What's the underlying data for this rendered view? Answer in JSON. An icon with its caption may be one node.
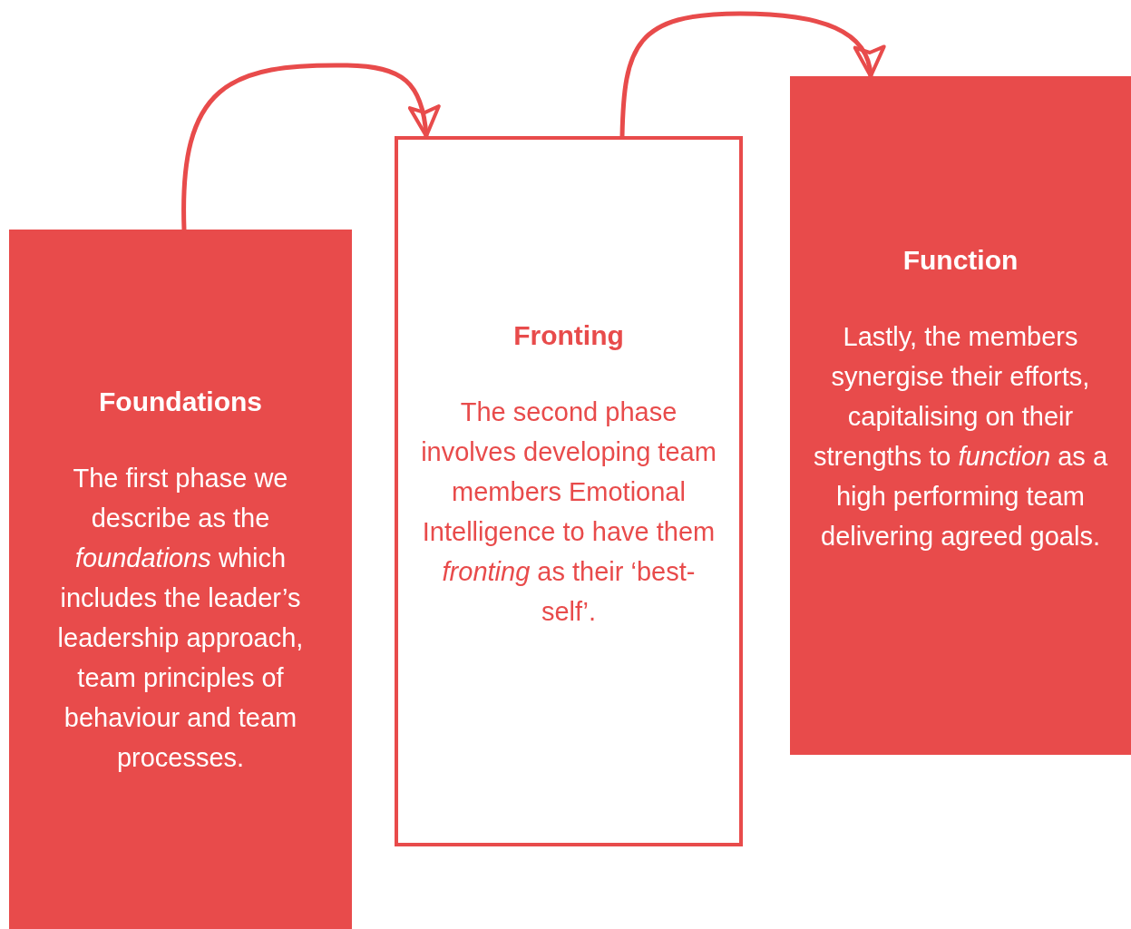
{
  "diagram": {
    "nodes": [
      {
        "text": [
          "Foundations",
          "The first phase we describe as the *foundations* which includes the leader’s leadership approach, team principles of behaviour and team processes."
        ]
      },
      {
        "text": [
          "Fronting",
          "The second phase involves developing team members Emotional Intelligence to have them *fronting* as their ‘best-self’."
        ]
      },
      {
        "text": [
          "Function",
          "Lastly, the members synergise their efforts, capitalising on their strengths to *function* as a high performing team delivering agreed goals."
        ]
      }
    ],
    "edges": [
      {
        "from": 0,
        "to": 1,
        "arrow": "to"
      },
      {
        "from": 1,
        "to": 2,
        "arrow": "to"
      }
    ]
  }
}
